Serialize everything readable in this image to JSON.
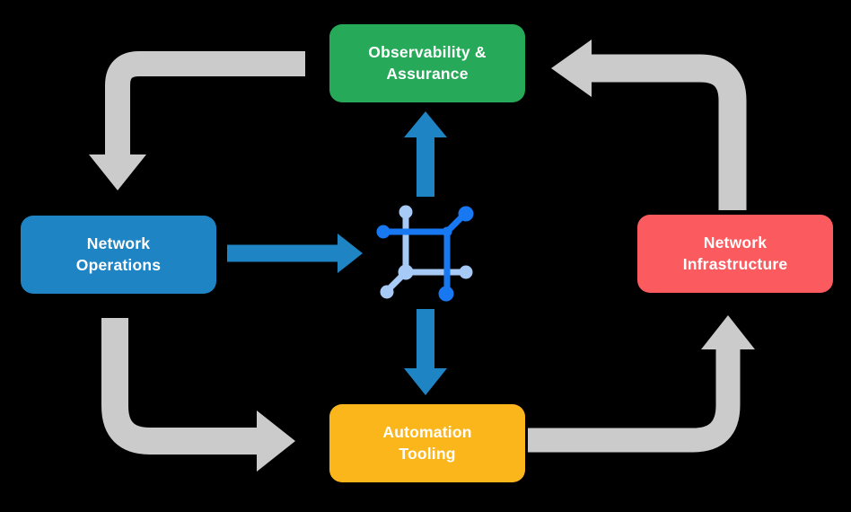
{
  "title": "Network automation flow diagram",
  "boxes": {
    "observability": {
      "line1": "Observability &",
      "line2": "Assurance"
    },
    "operations": {
      "line1": "Network",
      "line2": "Operations"
    },
    "infrastructure": {
      "line1": "Network",
      "line2": "Infrastructure"
    },
    "tooling": {
      "line1": "Automation",
      "line2": "Tooling"
    }
  },
  "colors": {
    "background": "#000000",
    "observability": "#26A958",
    "operations": "#1E84C4",
    "infrastructure": "#FB5A5F",
    "tooling": "#FBB61C",
    "flow_arrow": "#CBCBCB",
    "hub_arrow": "#1E84C4",
    "icon_dark": "#1778F2",
    "icon_light": "#A6C9F6",
    "text": "#FFFFFF"
  },
  "icon": {
    "name": "network-hub-icon"
  },
  "edges": [
    {
      "from": "Observability & Assurance",
      "to": "Network Operations",
      "style": "gray-elbow"
    },
    {
      "from": "Network Operations",
      "to": "Automation Tooling",
      "style": "gray-elbow"
    },
    {
      "from": "Automation Tooling",
      "to": "Network Infrastructure",
      "style": "gray-elbow"
    },
    {
      "from": "Network Infrastructure",
      "to": "Observability & Assurance",
      "style": "gray-elbow"
    },
    {
      "from": "Network Operations",
      "to": "network-hub",
      "style": "blue-straight"
    },
    {
      "from": "network-hub",
      "to": "Observability & Assurance",
      "style": "blue-straight"
    },
    {
      "from": "network-hub",
      "to": "Automation Tooling",
      "style": "blue-straight"
    }
  ]
}
